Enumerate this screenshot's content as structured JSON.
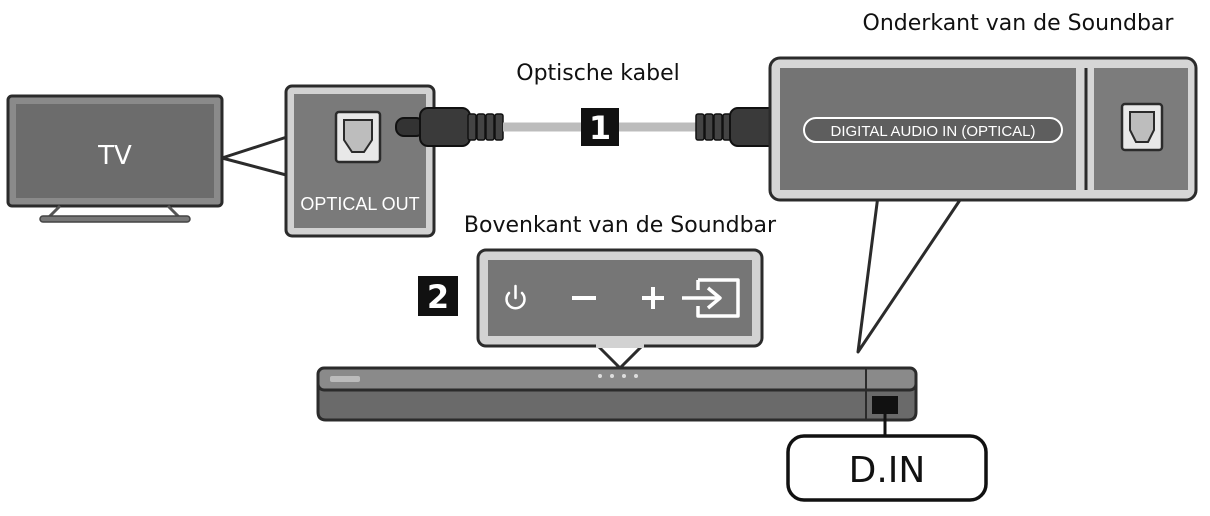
{
  "labels": {
    "tv": "TV",
    "optical_out": "OPTICAL OUT",
    "optical_cable": "Optische kabel",
    "soundbar_bottom": "Onderkant van de Soundbar",
    "soundbar_top": "Bovenkant van de Soundbar",
    "digital_audio_in": "DIGITAL AUDIO IN (OPTICAL)",
    "d_in": "D.IN",
    "step1": "1",
    "step2": "2"
  },
  "colors": {
    "panel_fill": "#6f6f6f",
    "frame": "#c9c9c9",
    "dark": "#2b2b2b",
    "soundbar": "#5a5a5a"
  },
  "icons": [
    "power-icon",
    "minus-icon",
    "plus-icon",
    "input-source-icon",
    "optical-port-icon"
  ]
}
